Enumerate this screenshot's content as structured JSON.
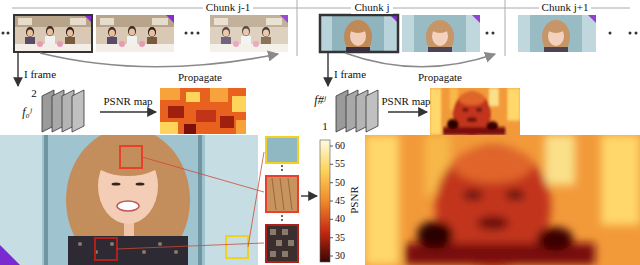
{
  "diagram": {
    "nodes": [
      {
        "text": [
          "Chunk j-1"
        ]
      },
      {
        "text": [
          "Chunk j"
        ]
      },
      {
        "text": [
          "Chunk j+1"
        ]
      }
    ],
    "labels": [
      "I frame",
      "Propagate",
      "2",
      "f₀ʲ",
      "PSNR map",
      "I frame",
      "Propagate",
      "f#ʲ",
      "PSNR map",
      "1",
      "60",
      "55",
      "50",
      "45",
      "40",
      "35",
      "30",
      "PSNR"
    ]
  }
}
